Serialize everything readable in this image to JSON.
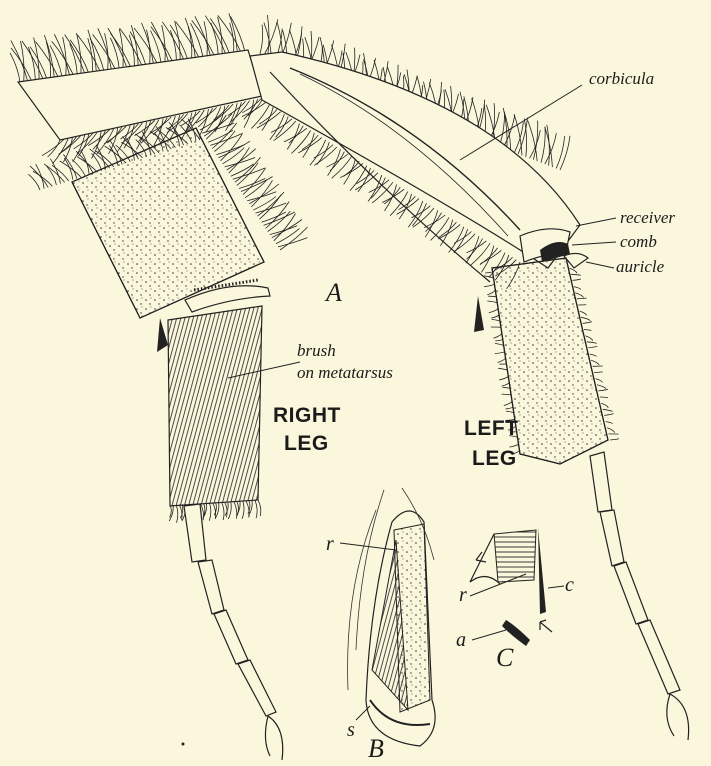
{
  "labels": {
    "corbicula": "corbicula",
    "receiver": "receiver",
    "comb": "comb",
    "auricle": "auricle",
    "brush_line1": "brush",
    "brush_line2": "on metatarsus",
    "figure_a": "A",
    "figure_b": "B",
    "figure_c": "C",
    "right_leg_line1": "RIGHT",
    "right_leg_line2": "LEG",
    "left_leg_line1": "LEFT",
    "left_leg_line2": "LEG",
    "b_r": "r",
    "b_s": "s",
    "c_r": "r",
    "c_c": "c",
    "c_a": "a"
  },
  "colors": {
    "background": "#fbf7dc",
    "ink": "#1b1b1b"
  }
}
